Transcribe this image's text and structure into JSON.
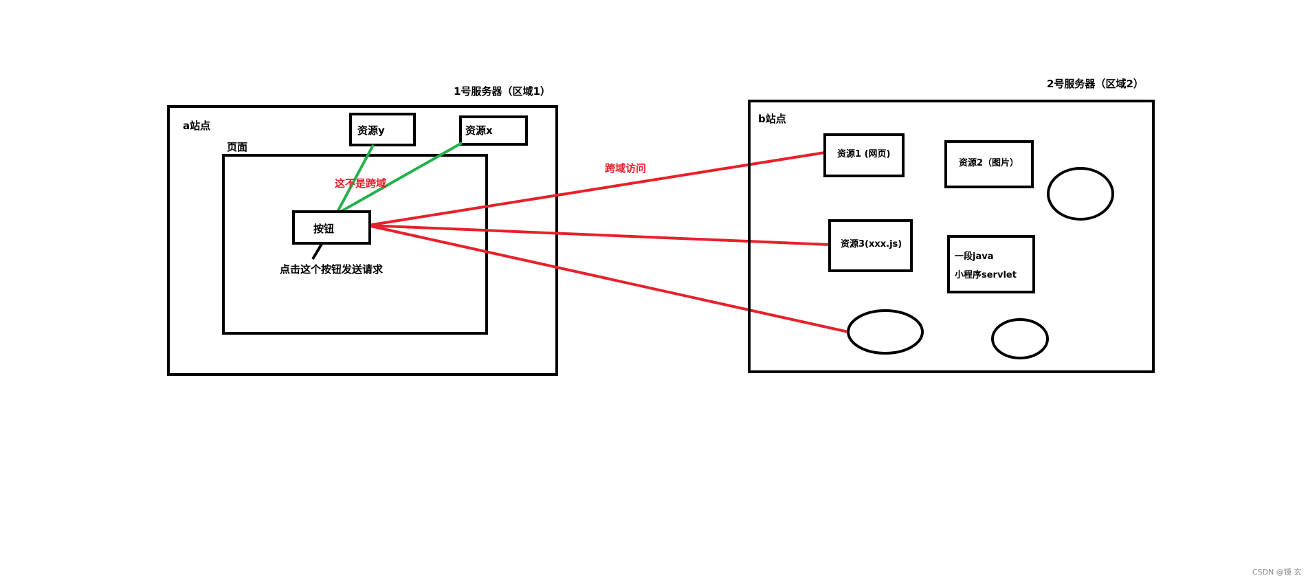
{
  "colors": {
    "outline": "#000000",
    "cross_origin_line": "#e8202a",
    "same_origin_line": "#22b14c",
    "background": "#ffffff"
  },
  "server1": {
    "label": "1号服务器（区域1）",
    "site_label": "a站点",
    "page_label": "页面",
    "resource_y": "资源y",
    "resource_x": "资源x",
    "button_label": "按钮",
    "button_note": "点击这个按钮发送请求",
    "same_origin_note": "这不是跨域"
  },
  "cross_origin_label": "跨域访问",
  "server2": {
    "label": "2号服务器（区域2）",
    "site_label": "b站点",
    "resource_1": "资源1 (网页)",
    "resource_2": "资源2（图片）",
    "resource_3": "资源3(xxx.js)",
    "servlet_line1": "一段java",
    "servlet_line2": "小程序servlet"
  },
  "watermark": "CSDN @镜 玄"
}
